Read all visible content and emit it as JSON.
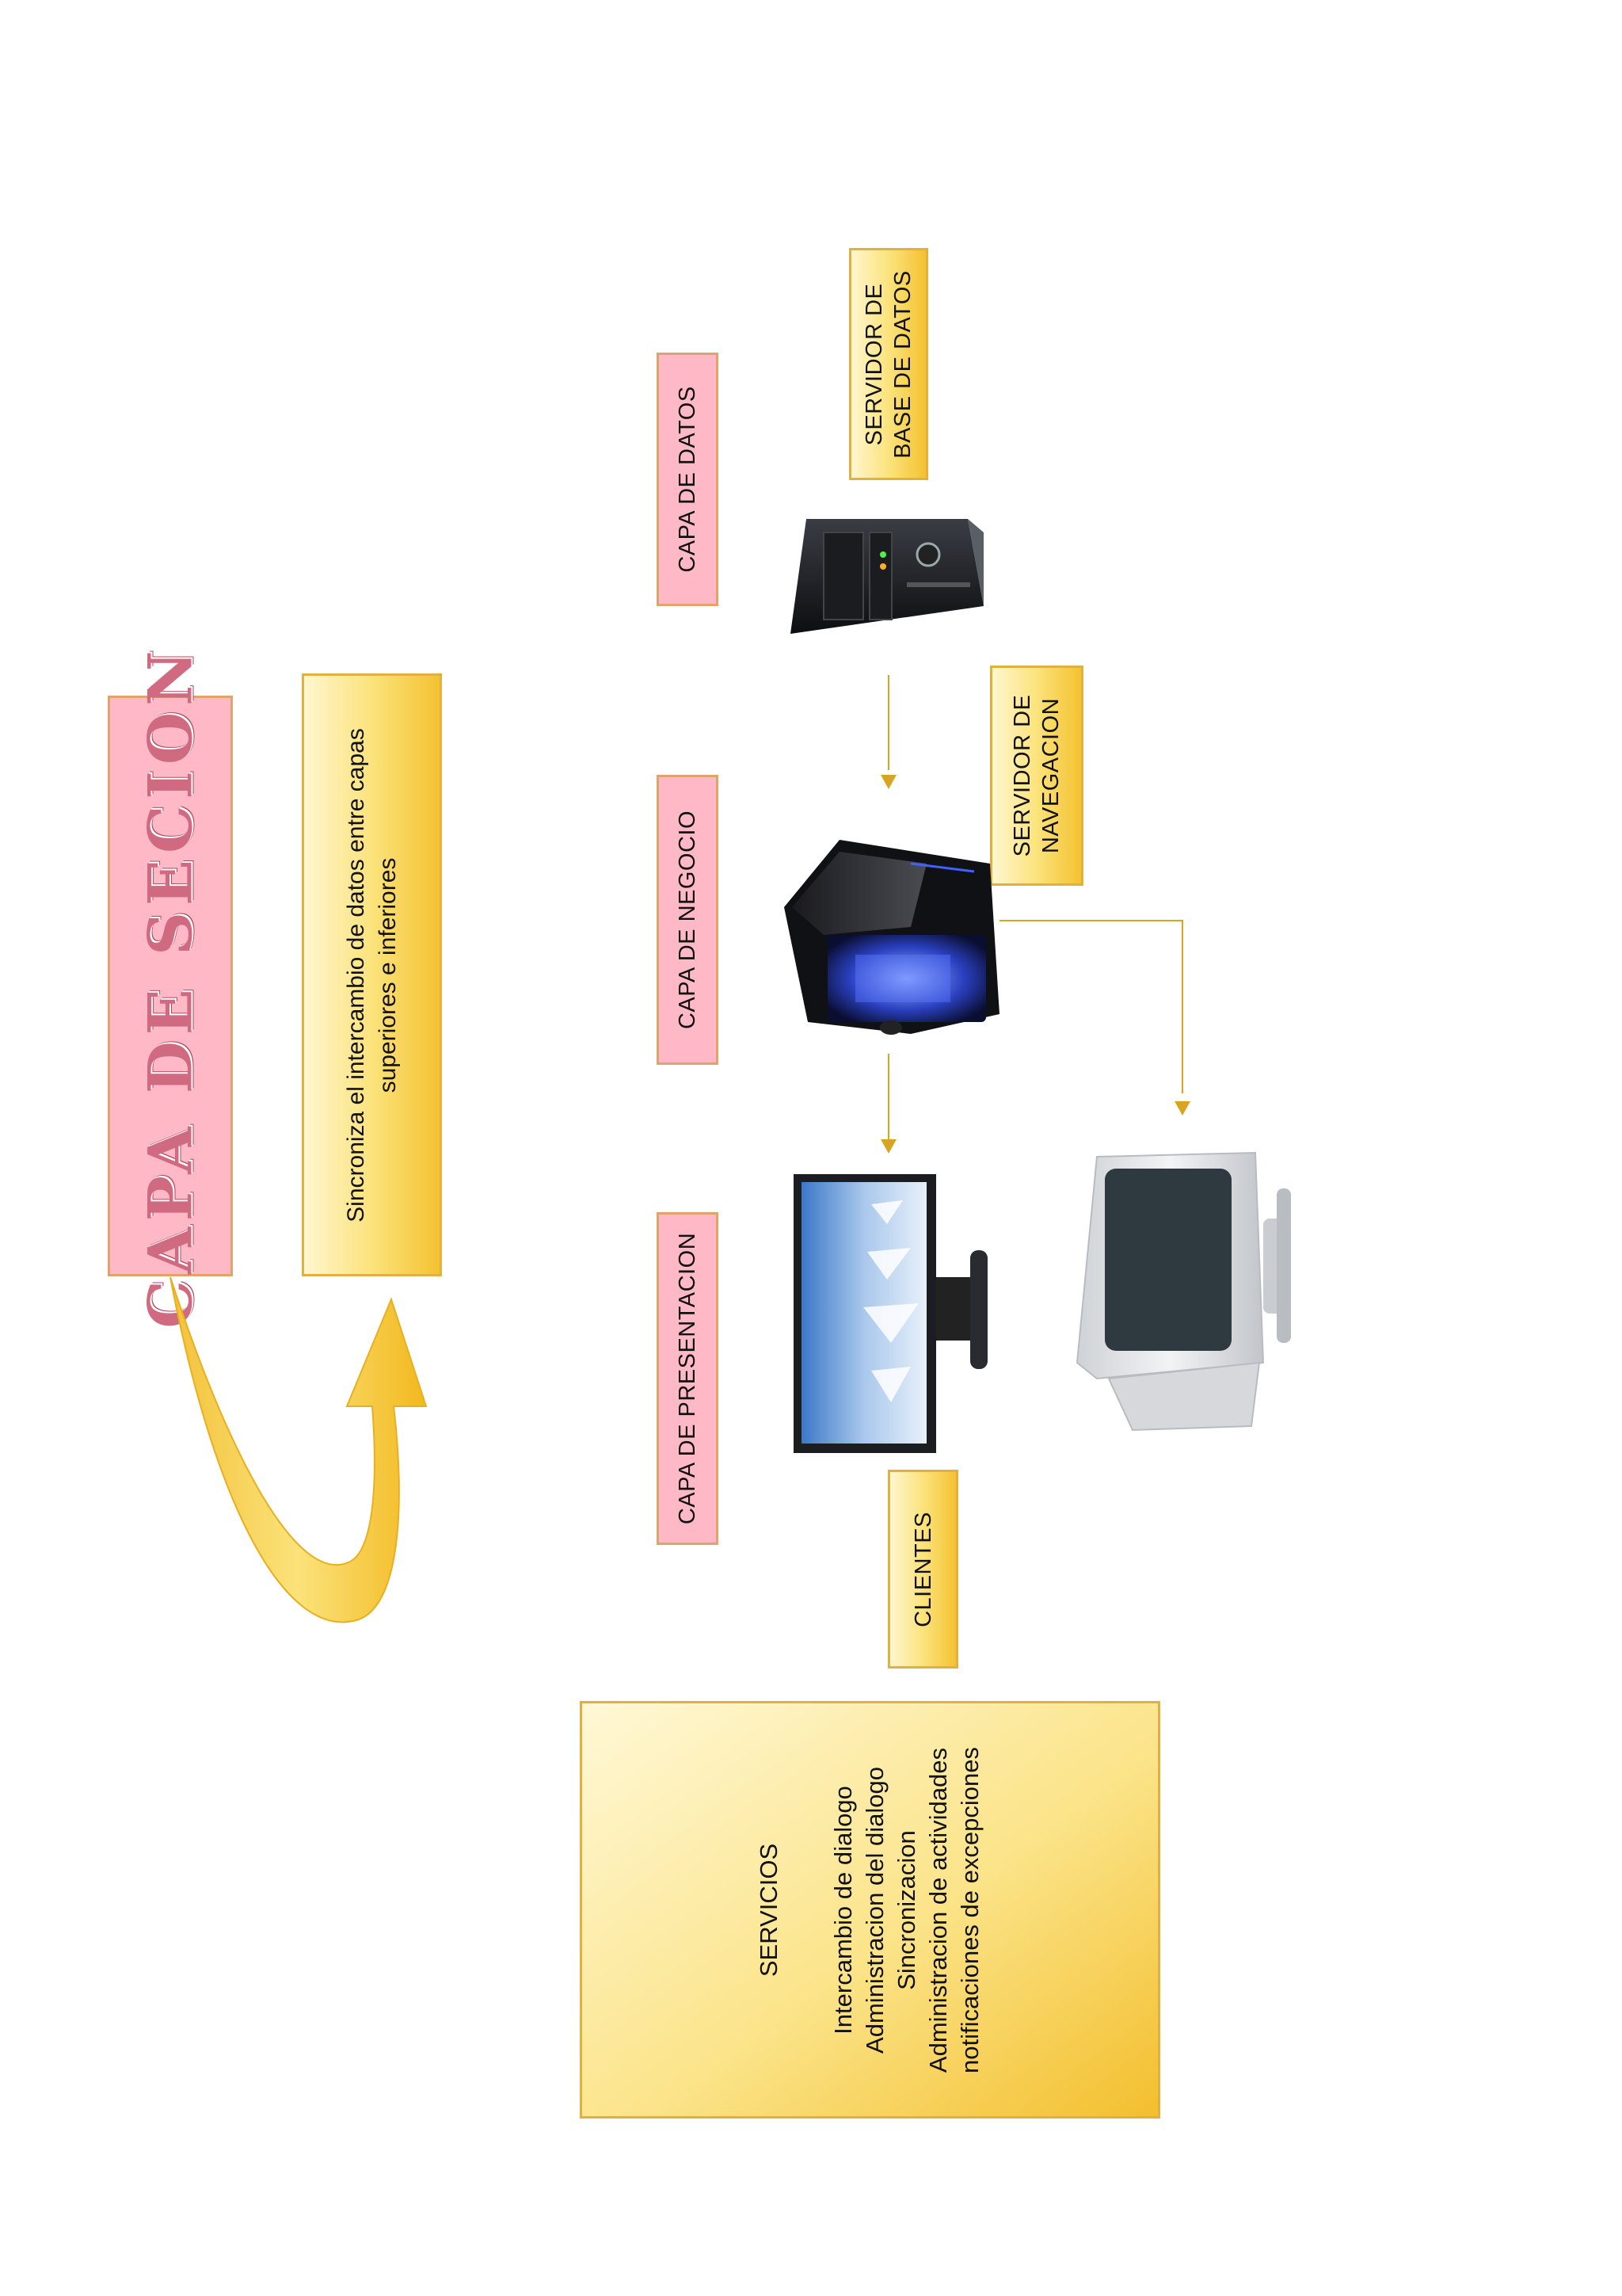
{
  "title": "CAPA DE SECION",
  "description": "Sincroniza el intercambio  de datos entre capas superiores e inferiores",
  "layers": {
    "datos": "CAPA DE DATOS",
    "negocio": "CAPA DE NEGOCIO",
    "presentacion": "CAPA DE PRESENTACION"
  },
  "labels": {
    "db_server_line1": "SERVIDOR DE",
    "db_server_line2": "BASE DE DATOS",
    "nav_server_line1": "SERVIDOR DE",
    "nav_server_line2": "NAVEGACION",
    "clients": "CLIENTES"
  },
  "services": {
    "title": "SERVICIOS",
    "items": [
      "Intercambio de dialogo",
      "Administracion del dialogo",
      "Sincronizacion",
      "Administracion de actividades",
      "notificaciones de excepciones"
    ]
  },
  "colors": {
    "pink": "#ffb8c6",
    "gold": "#f3bf2e",
    "connector": "#d9a520"
  }
}
